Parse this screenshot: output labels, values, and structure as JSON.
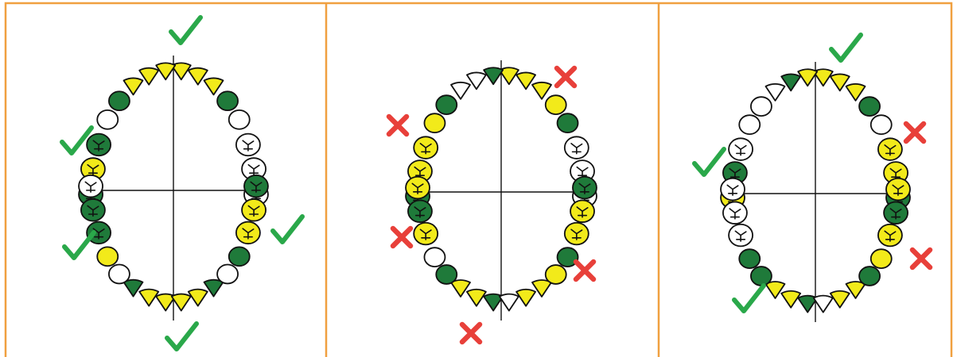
{
  "colors": {
    "border": "#F0A040",
    "green_tooth": "#1F7A3A",
    "yellow_tooth": "#F2EA1A",
    "white_tooth": "#FFFFFF",
    "outline": "#111111",
    "check": "#2AA84A",
    "cross": "#E8403A"
  },
  "panels": [
    {
      "id": "chart-1",
      "quadrants": {
        "upper_right": [
          "y",
          "y",
          "y",
          "g",
          "w",
          "w",
          "w",
          "w"
        ],
        "upper_left": [
          "y",
          "y",
          "y",
          "g",
          "w",
          "g",
          "y",
          "g"
        ],
        "lower_left": [
          "y",
          "y",
          "g",
          "w",
          "y",
          "g",
          "g",
          "w"
        ],
        "lower_right": [
          "y",
          "y",
          "g",
          "w",
          "g",
          "y",
          "y",
          "g"
        ]
      },
      "marks": [
        "check",
        "check",
        "check",
        "check",
        "check"
      ]
    },
    {
      "id": "chart-2",
      "quadrants": {
        "upper_right": [
          "y",
          "y",
          "y",
          "y",
          "g",
          "w",
          "w",
          "w"
        ],
        "upper_left": [
          "g",
          "w",
          "w",
          "g",
          "y",
          "y",
          "y",
          "g"
        ],
        "lower_left": [
          "g",
          "y",
          "y",
          "g",
          "w",
          "y",
          "g",
          "y"
        ],
        "lower_right": [
          "w",
          "y",
          "y",
          "y",
          "g",
          "y",
          "y",
          "g"
        ]
      },
      "marks": [
        "cross",
        "cross",
        "cross",
        "cross",
        "cross"
      ]
    },
    {
      "id": "chart-3",
      "quadrants": {
        "upper_right": [
          "y",
          "y",
          "y",
          "g",
          "w",
          "y",
          "y",
          "g"
        ],
        "upper_left": [
          "y",
          "g",
          "w",
          "w",
          "w",
          "w",
          "g",
          "y"
        ],
        "lower_left": [
          "g",
          "y",
          "y",
          "g",
          "g",
          "w",
          "w",
          "w"
        ],
        "lower_right": [
          "w",
          "y",
          "y",
          "g",
          "y",
          "y",
          "g",
          "y"
        ]
      },
      "marks": [
        "check",
        "cross",
        "check",
        "cross",
        "check"
      ]
    }
  ]
}
